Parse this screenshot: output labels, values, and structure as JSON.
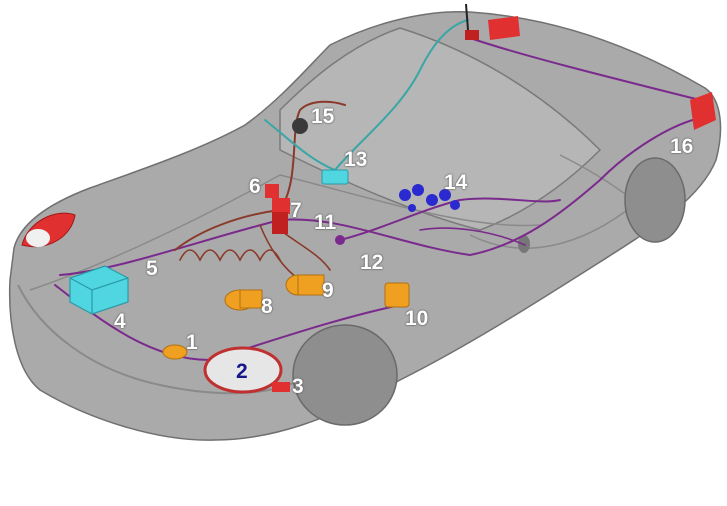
{
  "callouts": {
    "c1": "1",
    "c2": "2",
    "c3": "3",
    "c4": "4",
    "c5": "5",
    "c6": "6",
    "c7": "7",
    "c8": "8",
    "c9": "9",
    "c10": "10",
    "c11": "11",
    "c12": "12",
    "c13": "13",
    "c14": "14",
    "c15": "15",
    "c16": "16"
  },
  "colors": {
    "body": "#a9a9a9",
    "body_dark": "#8c8c8c",
    "outline": "#6e6e6e",
    "wire_purple": "#7a2a8c",
    "wire_red": "#8a3a2a",
    "wire_teal": "#3aa6a6",
    "battery": "#4fd6e0",
    "relay_orange": "#f0a020",
    "lamp_red": "#e03030",
    "connector_blue": "#2a2ad0",
    "callout_white": "#ffffff",
    "callout_dark": "#16168a"
  }
}
